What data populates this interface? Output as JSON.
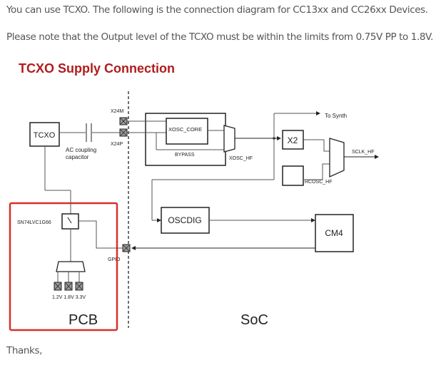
{
  "post": {
    "paragraph_1": "You can use TCXO. The following is the connection diagram for CC13xx and CC26xx Devices.",
    "paragraph_2": "Please note that the Output level of the TCXO must be within the limits from 0.75V PP to 1.8V.",
    "closing": "Thanks,"
  },
  "diagram": {
    "title": "TCXO Supply Connection",
    "title_color": "#b01c1c",
    "highlight_color": "#d9302a",
    "blocks": {
      "tcxo": "TCXO",
      "xosc_core": "XOSC_CORE",
      "x2": "X2",
      "oscdig": "OSCDIG",
      "cm4": "CM4",
      "switch": "SN74LVC1G66"
    },
    "labels": {
      "x24m": "X24M",
      "x24p": "X24P",
      "ac_coupling_1": "AC coupling",
      "ac_coupling_2": "capacitor",
      "bypass": "BYPASS",
      "xosc_hf": "XOSC_HF",
      "to_synth": "To Synth",
      "sclk_hf": "SCLK_HF",
      "rcosc_hf": "RCOSC_HF",
      "gpio": "GPIO",
      "voltages": "1.2V 1.8V 3.3V",
      "pcb": "PCB",
      "soc": "SoC"
    }
  }
}
